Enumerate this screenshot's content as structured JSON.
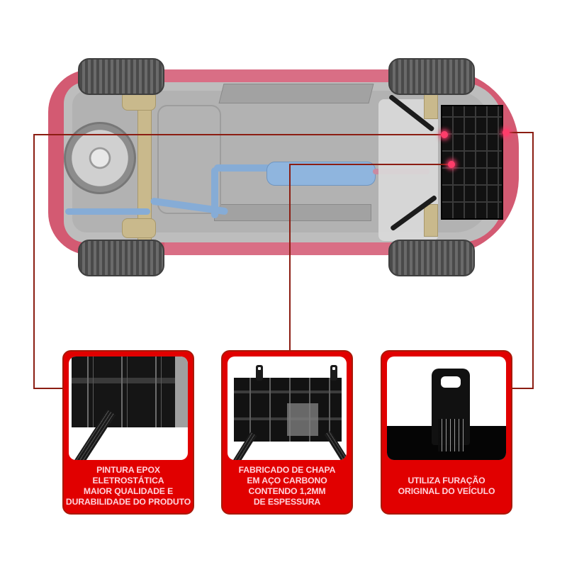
{
  "illustration": {
    "subject": "car underbody view with front engine protection guard highlighted",
    "colors": {
      "car_body": "#d35a72",
      "callout_line": "#8b1d12",
      "callout_dot": "#ff3d6a",
      "card_background": "#e10000",
      "card_text": "#ffd3dc"
    }
  },
  "features": [
    {
      "image": "black ribbed steel panel close-up",
      "lines": [
        "PINTURA EPOX",
        "ELETROSTÁTICA",
        "MAIOR QUALIDADE E",
        "DURABILIDADE DO PRODUTO"
      ]
    },
    {
      "image": "full engine guard plate with mounting tabs",
      "lines": [
        "FABRICADO DE CHAPA",
        "EM AÇO CARBONO",
        "CONTENDO 1,2MM",
        "DE ESPESSURA"
      ]
    },
    {
      "image": "mounting bracket with hole",
      "lines": [
        "UTILIZA FURAÇÃO",
        "ORIGINAL DO VEÍCULO"
      ]
    }
  ]
}
